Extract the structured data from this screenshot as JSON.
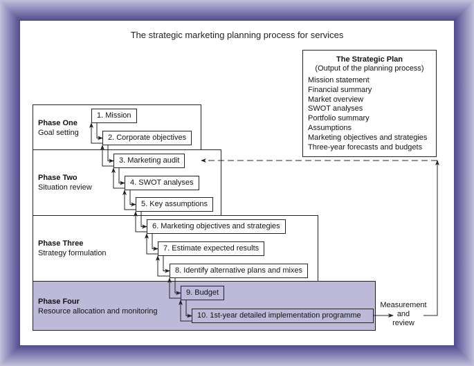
{
  "title": "The strategic marketing planning process for services",
  "phases": [
    {
      "name": "Phase One",
      "subtitle": "Goal setting"
    },
    {
      "name": "Phase Two",
      "subtitle": "Situation review"
    },
    {
      "name": "Phase Three",
      "subtitle": "Strategy formulation"
    },
    {
      "name": "Phase Four",
      "subtitle": "Resource allocation and monitoring"
    }
  ],
  "steps": [
    "1. Mission",
    "2. Corporate objectives",
    "3. Marketing audit",
    "4. SWOT analyses",
    "5. Key assumptions",
    "6. Marketing objectives and strategies",
    "7. Estimate expected results",
    "8. Identify alternative plans and mixes",
    "9. Budget",
    "10. 1st-year detailed implementation programme"
  ],
  "strategic_plan": {
    "title": "The Strategic Plan",
    "subtitle": "(Output of the planning process)",
    "items": [
      "Mission statement",
      "Financial summary",
      "Market overview",
      "SWOT analyses",
      "Portfolio summary",
      "Assumptions",
      "Marketing objectives and strategies",
      "Three-year forecasts and budgets"
    ]
  },
  "measurement": {
    "line1": "Measurement",
    "line2": "and",
    "line3": "review"
  },
  "colors": {
    "frame": "#4f4a8e",
    "phase_four_fill": "#bdbad9"
  }
}
